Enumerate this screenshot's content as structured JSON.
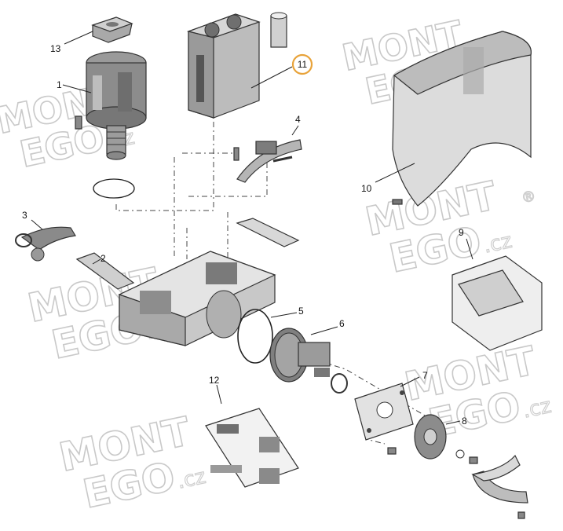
{
  "watermark": {
    "line1": "MONT",
    "line2": "EGO",
    "suffix": ".cz",
    "registered": "®"
  },
  "parts": [
    {
      "id": "1",
      "label": "1"
    },
    {
      "id": "2",
      "label": "2"
    },
    {
      "id": "3",
      "label": "3"
    },
    {
      "id": "4",
      "label": "4"
    },
    {
      "id": "5",
      "label": "5"
    },
    {
      "id": "6",
      "label": "6"
    },
    {
      "id": "7",
      "label": "7"
    },
    {
      "id": "8",
      "label": "8"
    },
    {
      "id": "9",
      "label": "9"
    },
    {
      "id": "10",
      "label": "10"
    },
    {
      "id": "11",
      "label": "11",
      "highlighted": true
    },
    {
      "id": "12",
      "label": "12"
    },
    {
      "id": "13",
      "label": "13"
    }
  ],
  "colors": {
    "highlight": "#e8a33a",
    "line": "#222222",
    "part_fill": "#8f8f8f",
    "part_light": "#d9d9d9",
    "watermark": "#c9c9c9"
  }
}
